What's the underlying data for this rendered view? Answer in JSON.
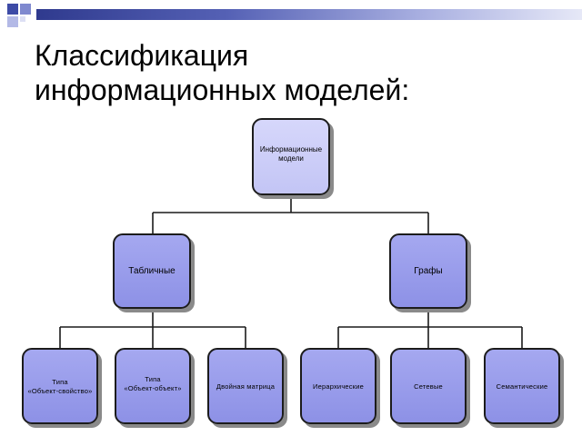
{
  "slide": {
    "title_line1": "Классификация",
    "title_line2": "информационных моделей:"
  },
  "diagram": {
    "root": {
      "line1": "Информационные",
      "line2": "модели"
    },
    "level1": [
      {
        "label": "Табличные"
      },
      {
        "label": "Графы"
      }
    ],
    "leaves": [
      {
        "line1": "Типа",
        "line2": "«Объект-свойство»"
      },
      {
        "line1": "Типа",
        "line2": "«Объект-объект»"
      },
      {
        "line1": "Двойная матрица",
        "line2": ""
      },
      {
        "line1": "Иерархические",
        "line2": ""
      },
      {
        "line1": "Сетевые",
        "line2": ""
      },
      {
        "line1": "Семантические",
        "line2": ""
      }
    ]
  },
  "colors": {
    "node_fill": "#9a9eec",
    "root_fill": "#cfd1f8",
    "header_bar": "#3c4aa0"
  }
}
